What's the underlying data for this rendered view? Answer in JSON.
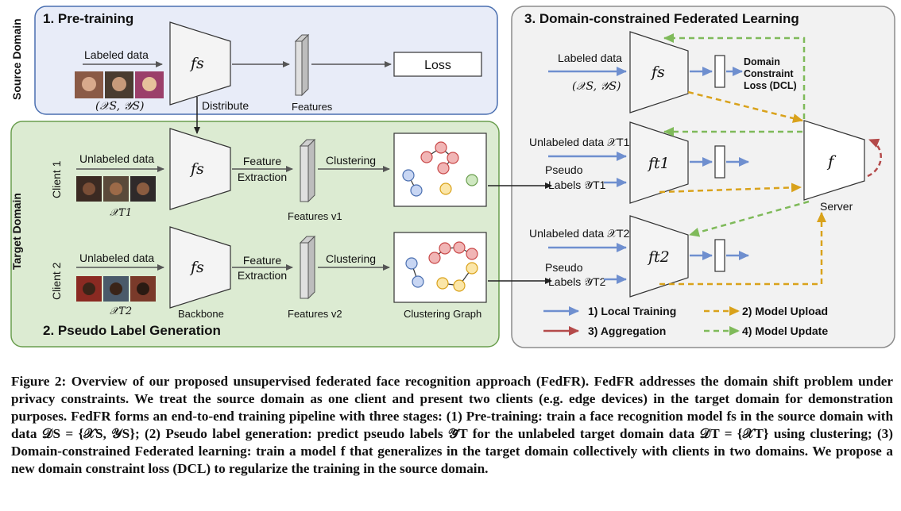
{
  "panels": {
    "pretraining": {
      "title": "1. Pre-training",
      "fill": "#e8ecf8",
      "stroke": "#4a6fb0"
    },
    "pseudo": {
      "title": "2. Pseudo Label Generation",
      "fill": "#dcebd2",
      "stroke": "#6a9e4e"
    },
    "federated": {
      "title": "3. Domain-constrained Federated Learning",
      "fill": "#f2f2f2",
      "stroke": "#8c8c8c"
    }
  },
  "side_labels": {
    "source": "Source Domain",
    "target": "Target Domain",
    "client1": "Client 1",
    "client2": "Client 2"
  },
  "pretraining": {
    "labeled_data": "Labeled data",
    "data_set": "(𝒳S, 𝒴S)",
    "model": "fs",
    "features": "Features",
    "loss": "Loss",
    "distribute": "Distribute"
  },
  "client1": {
    "unlabeled": "Unlabeled data",
    "data_sym": "𝒳T1",
    "model": "fs",
    "feature_extraction": [
      "Feature",
      "Extraction"
    ],
    "clustering": "Clustering",
    "features": "Features v1"
  },
  "client2": {
    "unlabeled": "Unlabeled data",
    "data_sym": "𝒳T2",
    "model": "fs",
    "feature_extraction": [
      "Feature",
      "Extraction"
    ],
    "clustering": "Clustering",
    "features": "Features v2",
    "backbone": "Backbone",
    "clustering_graph": "Clustering Graph"
  },
  "federated": {
    "labeled_data": "Labeled data",
    "data_set": "(𝒳S, 𝒴S)",
    "model_s": "fs",
    "dcl": [
      "Domain",
      "Constraint",
      "Loss (DCL)"
    ],
    "unlabeled1": "Unlabeled data 𝒳T1",
    "pseudo1": [
      "Pseudo",
      "Labels 𝒴̃T1"
    ],
    "model_t1": "ft1",
    "unlabeled2": "Unlabeled data 𝒳T2",
    "pseudo2": [
      "Pseudo",
      "Labels 𝒴̃T2"
    ],
    "model_t2": "ft2",
    "server_model": "f",
    "server": "Server"
  },
  "legend": [
    {
      "label": "1) Local Training",
      "color": "#6f8fcf",
      "style": "solid"
    },
    {
      "label": "2) Model Upload",
      "color": "#d9a21b",
      "style": "dashed"
    },
    {
      "label": "3) Aggregation",
      "color": "#b44a4a",
      "style": "solid"
    },
    {
      "label": "4) Model Update",
      "color": "#7fba5a",
      "style": "dashed"
    }
  ],
  "caption": {
    "label": "Figure 2:",
    "text": "Overview of our proposed unsupervised federated face recognition approach (FedFR). FedFR addresses the domain shift problem under privacy constraints. We treat the source domain as one client and present two clients (e.g. edge devices) in the target domain for demonstration purposes. FedFR forms an end-to-end training pipeline with three stages: (1) Pre-training: train a face recognition model fs in the source domain with data 𝒟S = {𝒳S, 𝒴S}; (2) Pseudo label generation: predict pseudo labels 𝒴̃T for the unlabeled target domain data 𝒟T = {𝒳T} using clustering; (3) Domain-constrained Federated learning: train a model f that generalizes in the target domain collectively with clients in two domains. We propose a new domain constraint loss (DCL) to regularize the training in the source domain."
  }
}
